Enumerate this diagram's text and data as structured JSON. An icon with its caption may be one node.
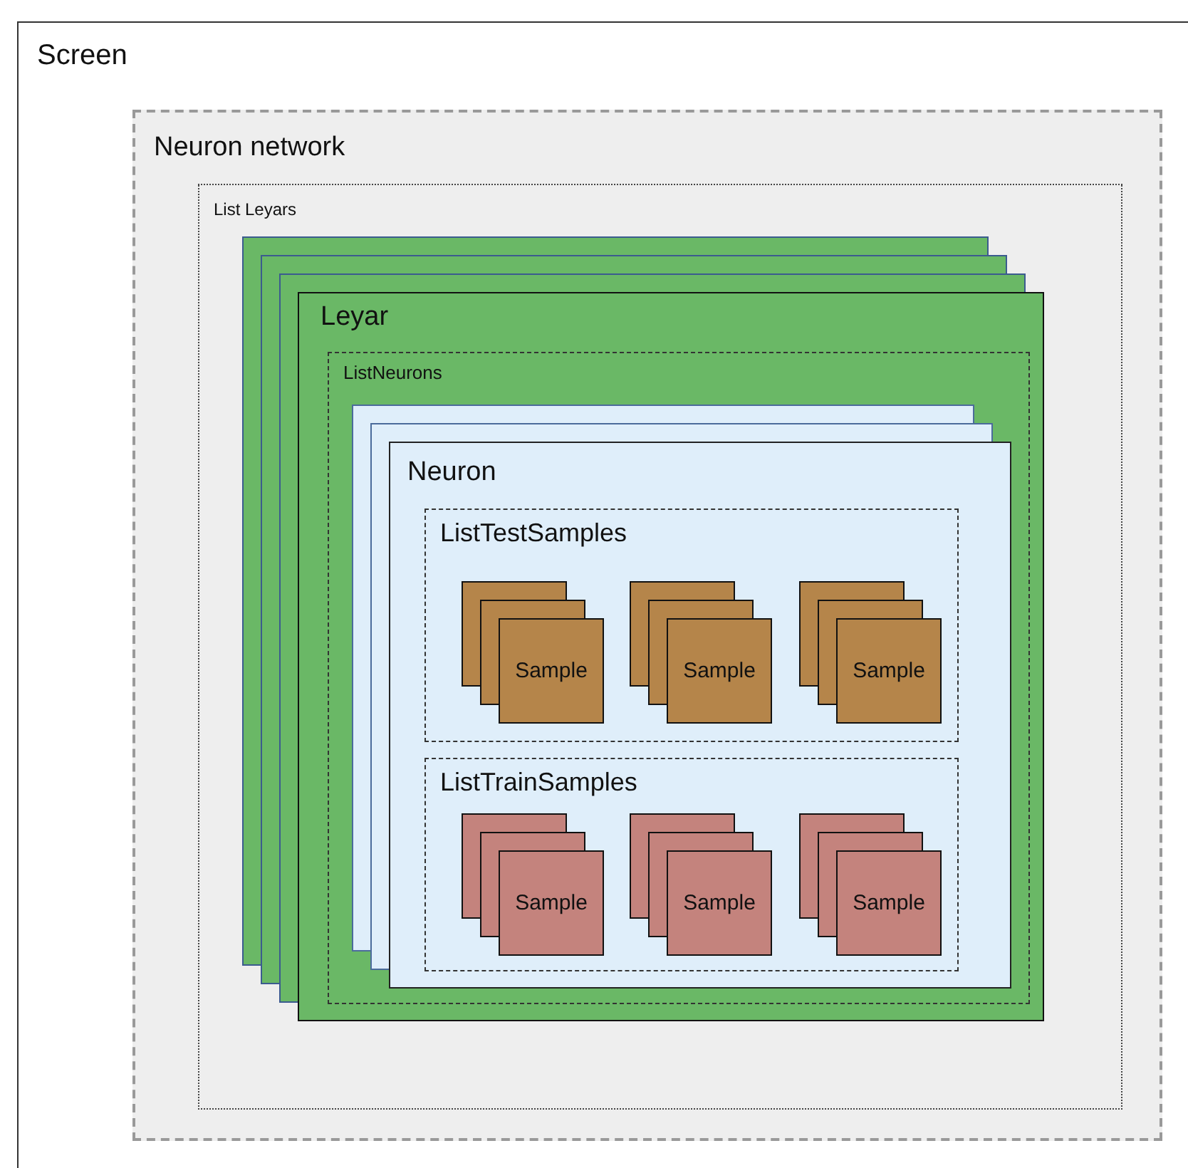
{
  "diagram": {
    "nodes": [
      {
        "text": [
          "Screen"
        ]
      },
      {
        "text": [
          "Neuron network"
        ],
        "in": 0
      },
      {
        "text": [
          "List Leyars"
        ],
        "in": 1
      },
      {
        "text": [
          "Leyar"
        ],
        "in": 2
      },
      {
        "text": [
          "ListNeurons"
        ],
        "in": 3
      },
      {
        "text": [
          "Neuron"
        ],
        "in": 4
      },
      {
        "text": [
          "ListTestSamples"
        ],
        "in": 5
      },
      {
        "text": [
          "Sample"
        ],
        "in": 6
      },
      {
        "text": [
          "Sample"
        ],
        "in": 6
      },
      {
        "text": [
          "Sample"
        ],
        "in": 6
      },
      {
        "text": [
          "ListTrainSamples"
        ],
        "in": 5
      },
      {
        "text": [
          "Sample"
        ],
        "in": 10
      },
      {
        "text": [
          "Sample"
        ],
        "in": 10
      },
      {
        "text": [
          "Sample"
        ],
        "in": 10
      }
    ],
    "edges": []
  }
}
